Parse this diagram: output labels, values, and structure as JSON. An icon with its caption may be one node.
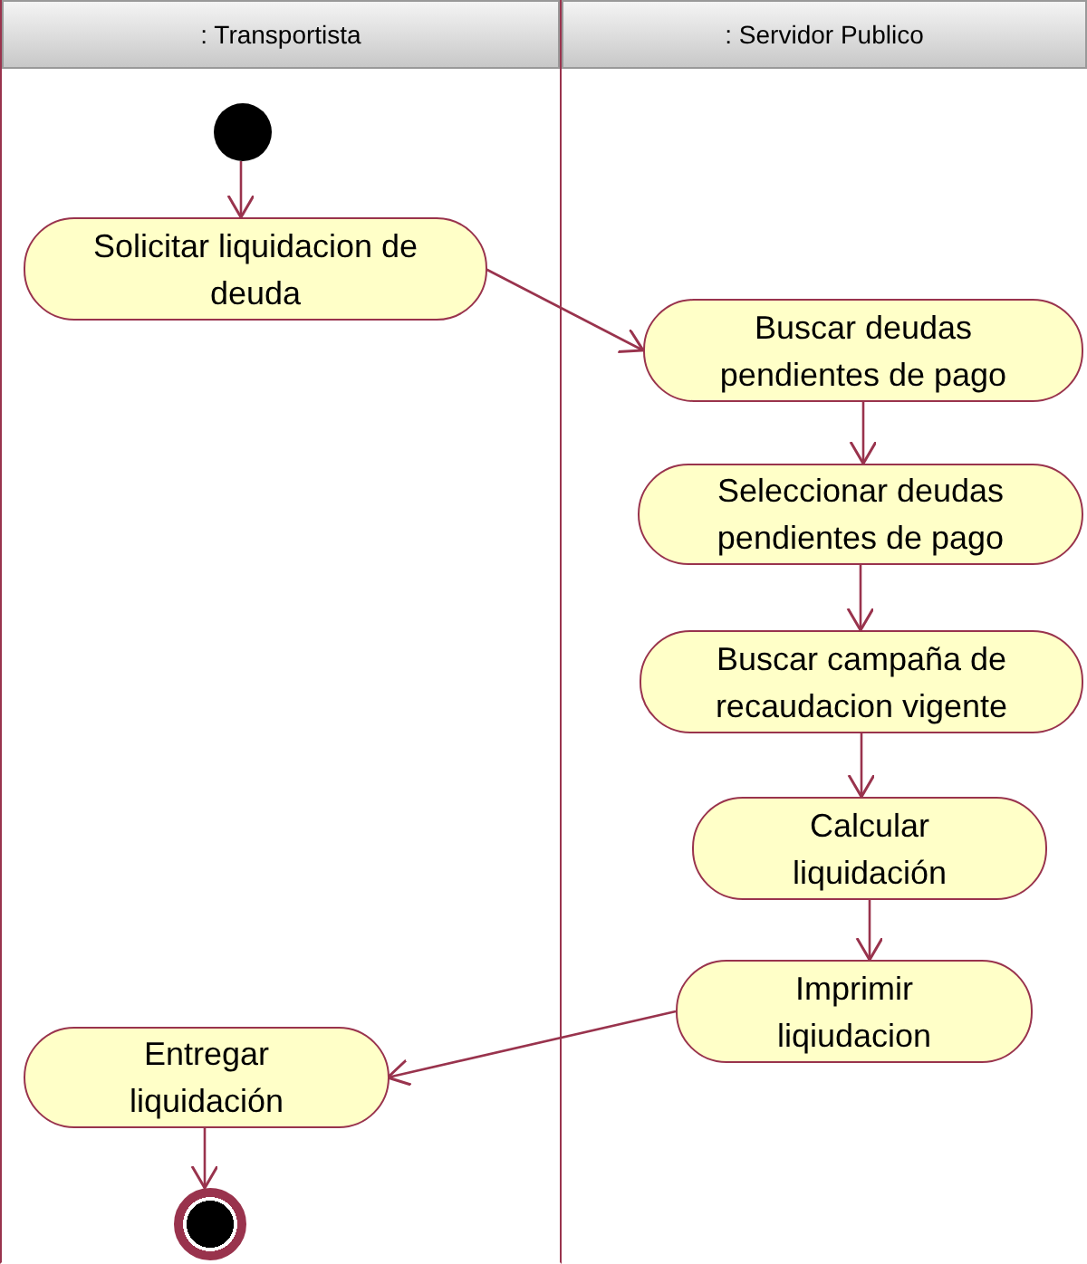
{
  "diagram": {
    "nodes": [
      {
        "text": [
          ": Transportista"
        ]
      },
      {
        "text": [
          ": Servidor Publico"
        ]
      },
      {
        "text": [],
        "shape": "circle",
        "in": 0
      },
      {
        "text": [
          "Solicitar liquidacion de deuda"
        ],
        "in": 0
      },
      {
        "text": [
          "Buscar deudas pendientes de pago"
        ],
        "in": 1
      },
      {
        "text": [
          "Seleccionar deudas pendientes de pago"
        ],
        "in": 1
      },
      {
        "text": [
          "Buscar campaña de recaudacion vigente"
        ],
        "in": 1
      },
      {
        "text": [
          "Calcular liquidación"
        ],
        "in": 1
      },
      {
        "text": [
          "Imprimir liqiudacion"
        ],
        "in": 1
      },
      {
        "text": [
          "Entregar liquidación"
        ],
        "in": 0
      },
      {
        "text": [],
        "shape": "circle",
        "in": 0
      }
    ],
    "edges": [
      {
        "from": 2,
        "to": 3,
        "arrow": "to"
      },
      {
        "from": 3,
        "to": 4,
        "arrow": "to"
      },
      {
        "from": 4,
        "to": 5,
        "arrow": "to"
      },
      {
        "from": 5,
        "to": 6,
        "arrow": "to"
      },
      {
        "from": 6,
        "to": 7,
        "arrow": "to"
      },
      {
        "from": 7,
        "to": 8,
        "arrow": "to"
      },
      {
        "from": 8,
        "to": 9,
        "arrow": "to"
      },
      {
        "from": 9,
        "to": 10,
        "arrow": "to"
      }
    ]
  }
}
